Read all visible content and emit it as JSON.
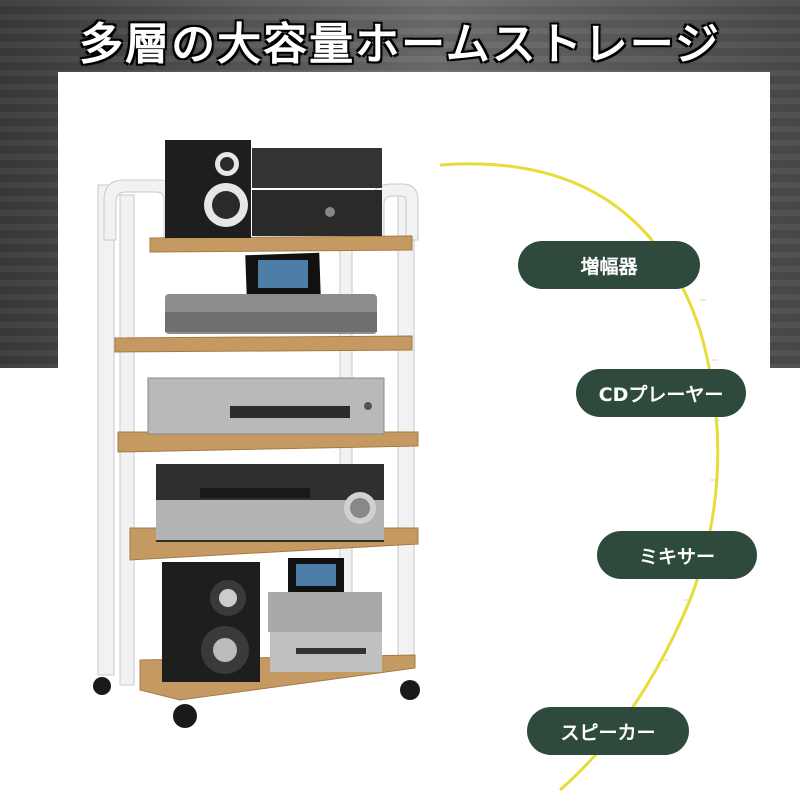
{
  "title": "多層の大容量ホームストレージ",
  "labels": {
    "amplifier": "増幅器",
    "cd_player": "CDプレーヤー",
    "mixer": "ミキサー",
    "speaker": "スピーカー"
  },
  "colors": {
    "pill": "#2e4a3c",
    "arc": "#e6dd3a",
    "wood": "#c59a62",
    "frame": "#f4f4f4"
  },
  "icons": [
    "speaker-icon",
    "amplifier-icon",
    "cd-player-icon",
    "mixer-icon",
    "caster-wheel-icon"
  ]
}
